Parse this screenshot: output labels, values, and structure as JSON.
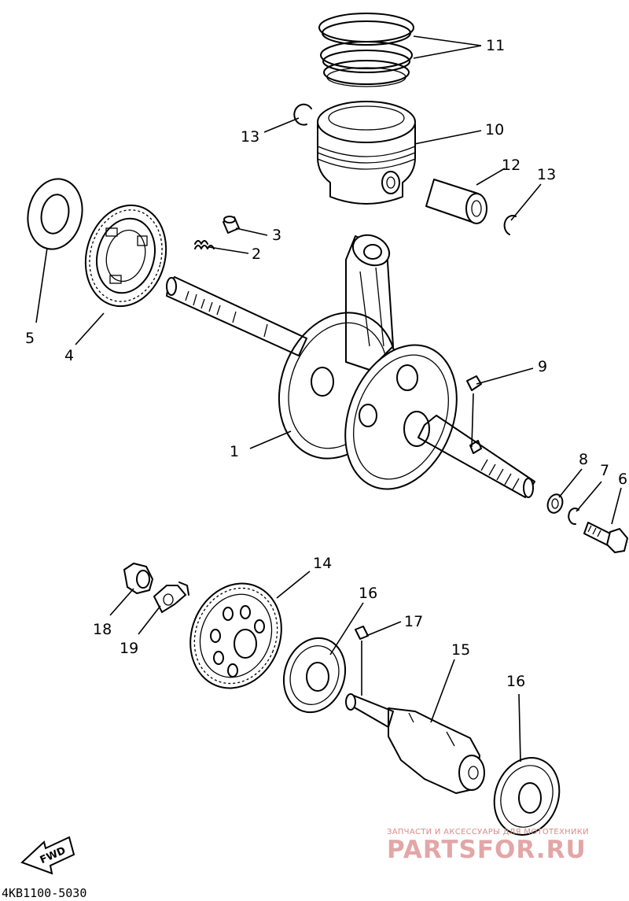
{
  "callouts": [
    "1",
    "2",
    "3",
    "4",
    "5",
    "6",
    "7",
    "8",
    "9",
    "10",
    "11",
    "12",
    "13",
    "13",
    "14",
    "15",
    "16",
    "16",
    "17",
    "18",
    "19"
  ],
  "fwd_label": "FWD",
  "drawing_code": "4KB1100-5030",
  "watermark": {
    "caption": "ЗАПЧАСТИ И АКСЕССУАРЫ ДЛЯ МОТОТЕХНИКИ",
    "brand": "PARTSFOR.RU",
    "color": "#e3a6a6"
  }
}
